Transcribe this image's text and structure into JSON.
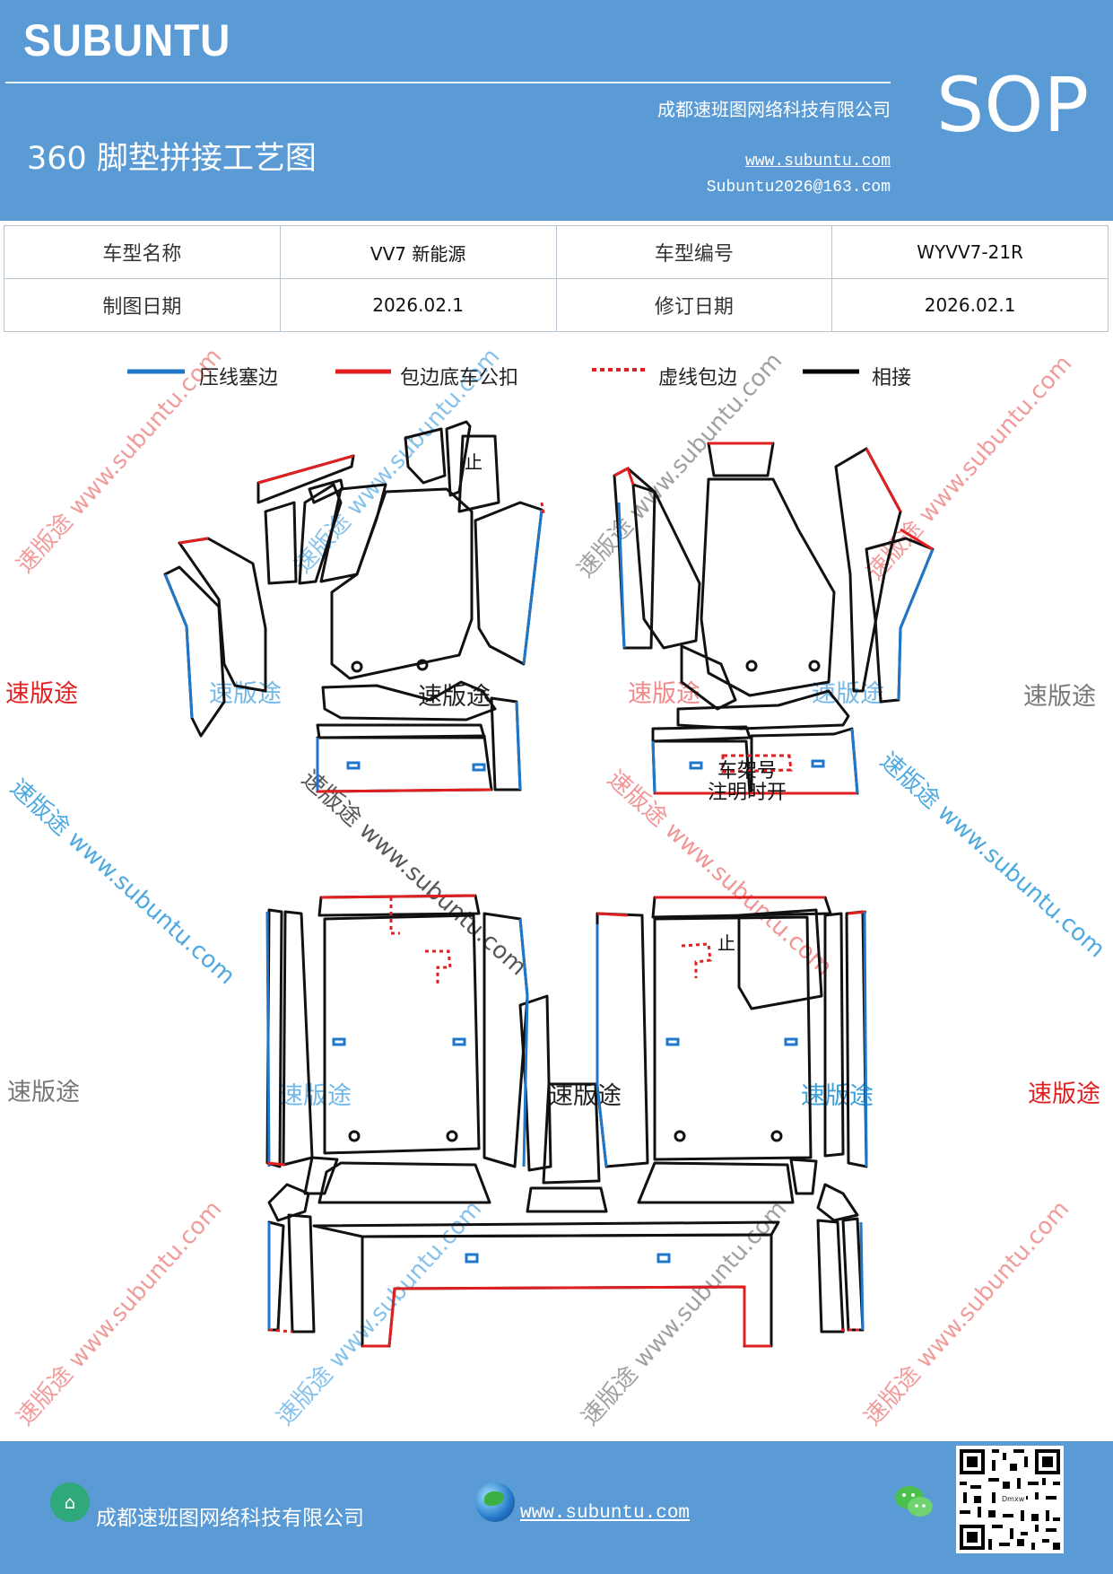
{
  "header": {
    "brand": "SUBUNTU",
    "company": "成都速班图网络科技有限公司",
    "title": "360 脚垫拼接工艺图",
    "website": "www.subuntu.com",
    "email": "Subuntu2026@163.com",
    "badge": "SOP",
    "background_color": "#5b9bd5"
  },
  "info_table": {
    "rows": [
      [
        {
          "label": "车型名称",
          "value": "VV7 新能源"
        },
        {
          "label": "车型编号",
          "value": "WYVV7-21R"
        }
      ],
      [
        {
          "label": "制图日期",
          "value": "2026.02.1"
        },
        {
          "label": "修订日期",
          "value": "2026.02.1"
        }
      ]
    ]
  },
  "legend": [
    {
      "label": "压线塞边",
      "color": "#1f77c9",
      "style": "solid"
    },
    {
      "label": "包边底车公扣",
      "color": "#e02020",
      "style": "solid"
    },
    {
      "label": "虚线包边",
      "color": "#e02020",
      "style": "dotted"
    },
    {
      "label": "相接",
      "color": "#000000",
      "style": "solid"
    }
  ],
  "diagram": {
    "annotations": {
      "stop_mark": "止",
      "vin_label_line1": "车架号",
      "vin_label_line2": "注明时开"
    },
    "watermarks": {
      "brand": "速版途",
      "diagonal": "速版途 www.subuntu.com"
    }
  },
  "footer": {
    "company": "成都速班图网络科技有限公司",
    "website": "www.subuntu.com",
    "home_icon": "home-icon",
    "globe_icon": "globe-icon",
    "wechat_icon": "wechat-icon",
    "qr_label": "Dmxw"
  }
}
